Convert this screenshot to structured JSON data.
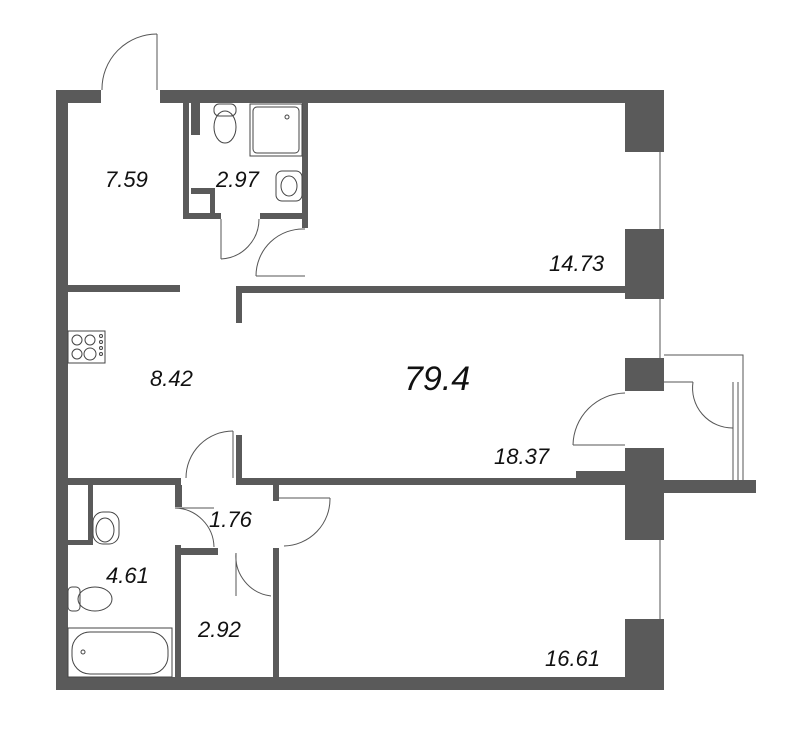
{
  "plan": {
    "total_area": "79.4",
    "wall_color": "#5a5a5a",
    "line_color": "#555555",
    "rooms": [
      {
        "id": "hallway",
        "area": "7.59"
      },
      {
        "id": "bathroom-top",
        "area": "2.97"
      },
      {
        "id": "bedroom-top",
        "area": "14.73"
      },
      {
        "id": "kitchen",
        "area": "8.42"
      },
      {
        "id": "living-room",
        "area": "18.37"
      },
      {
        "id": "corridor",
        "area": "1.76"
      },
      {
        "id": "bathroom-bottom",
        "area": "4.61"
      },
      {
        "id": "storage",
        "area": "2.92"
      },
      {
        "id": "bedroom-bottom",
        "area": "16.61"
      }
    ]
  }
}
